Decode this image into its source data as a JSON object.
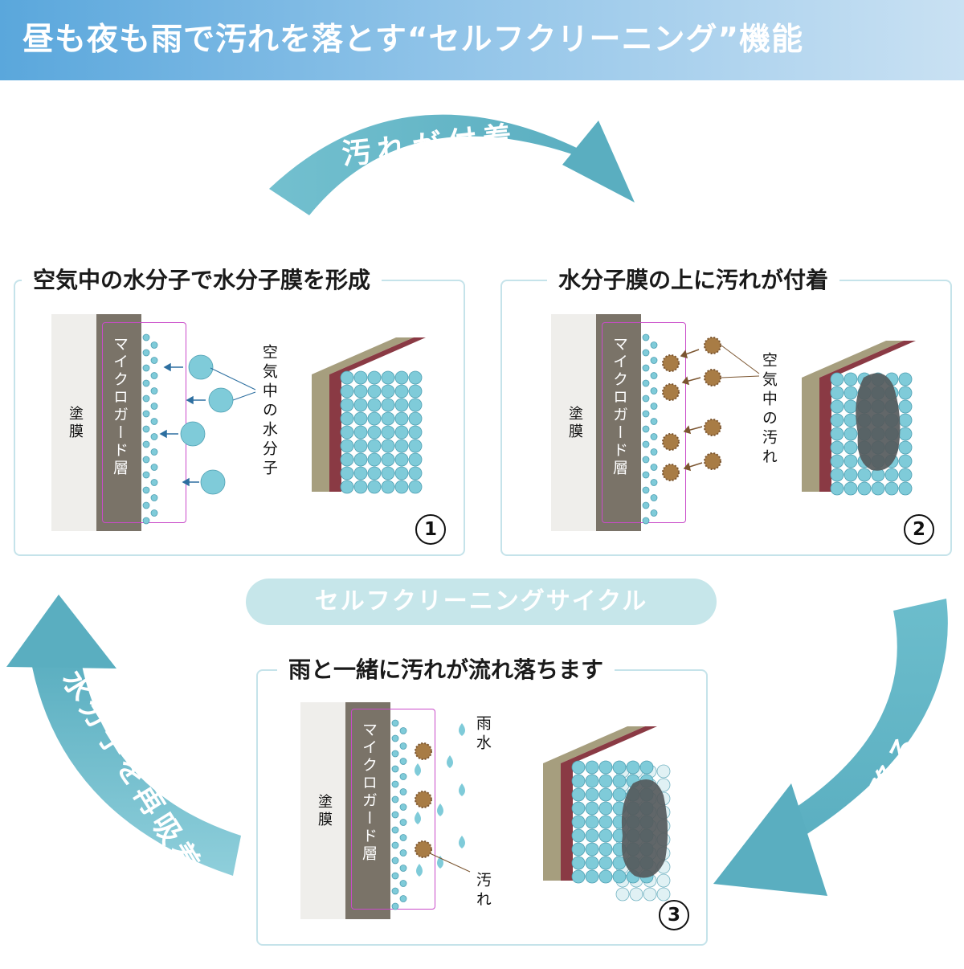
{
  "header": {
    "title": "昼も夜も雨で汚れを落とす“セルフクリーニング”機能"
  },
  "cycle": {
    "top_arrow_label": "汚れが付着",
    "right_arrow_label": "雨が降る",
    "left_arrow_label": "水分子を再吸着",
    "center_label": "セルフクリーニングサイクル"
  },
  "panels": [
    {
      "title": "空気中の水分子で水分子膜を形成",
      "coating_label": "塗膜",
      "layer_label": "マイクロガード層",
      "callout_label": "空気中の水分子",
      "number": "1"
    },
    {
      "title": "水分子膜の上に汚れが付着",
      "coating_label": "塗膜",
      "layer_label": "マイクロガード層",
      "callout_label": "空気中の汚れ",
      "number": "2"
    },
    {
      "title": "雨と一緒に汚れが流れ落ちます",
      "coating_label": "塗膜",
      "layer_label": "マイクロガード層",
      "callout_label_rain": "雨水",
      "callout_label_dirt": "汚れ",
      "number": "3"
    }
  ],
  "colors": {
    "banner_start": "#5aa7dc",
    "banner_end": "#c9e1f3",
    "arrow_teal": "#5fb6c6",
    "panel_border": "#c5e3ea",
    "water_blue": "#7fcbd9",
    "dirt_brown": "#a87c45",
    "layer_gray": "#7a7368",
    "coating_beige": "#efeeeb",
    "highlight_magenta": "#c94bc9",
    "substrate_red": "#8a3a44",
    "substrate_tan": "#a69e7e",
    "stain_gray": "#555a5c"
  }
}
